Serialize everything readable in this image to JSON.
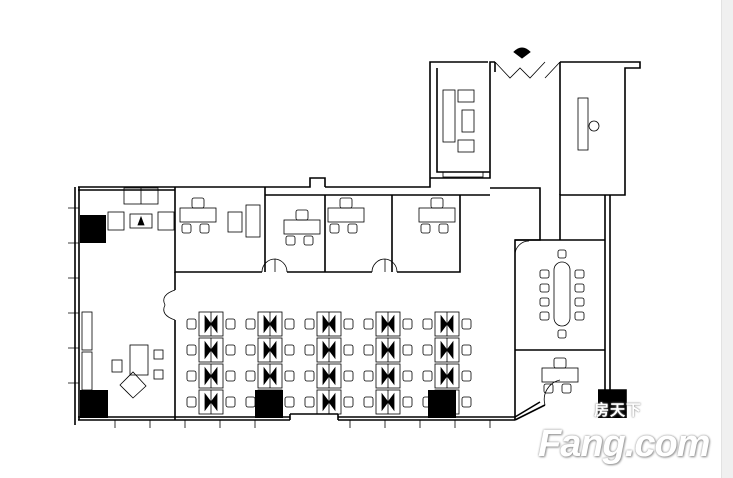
{
  "diagram": {
    "type": "office-floor-plan",
    "line_color": "#000000",
    "background": "#ffffff"
  },
  "watermark": {
    "chinese": "房天下",
    "brand": "Fang.com"
  },
  "layout": {
    "workstation_columns": 5,
    "workstation_rows": 4
  }
}
